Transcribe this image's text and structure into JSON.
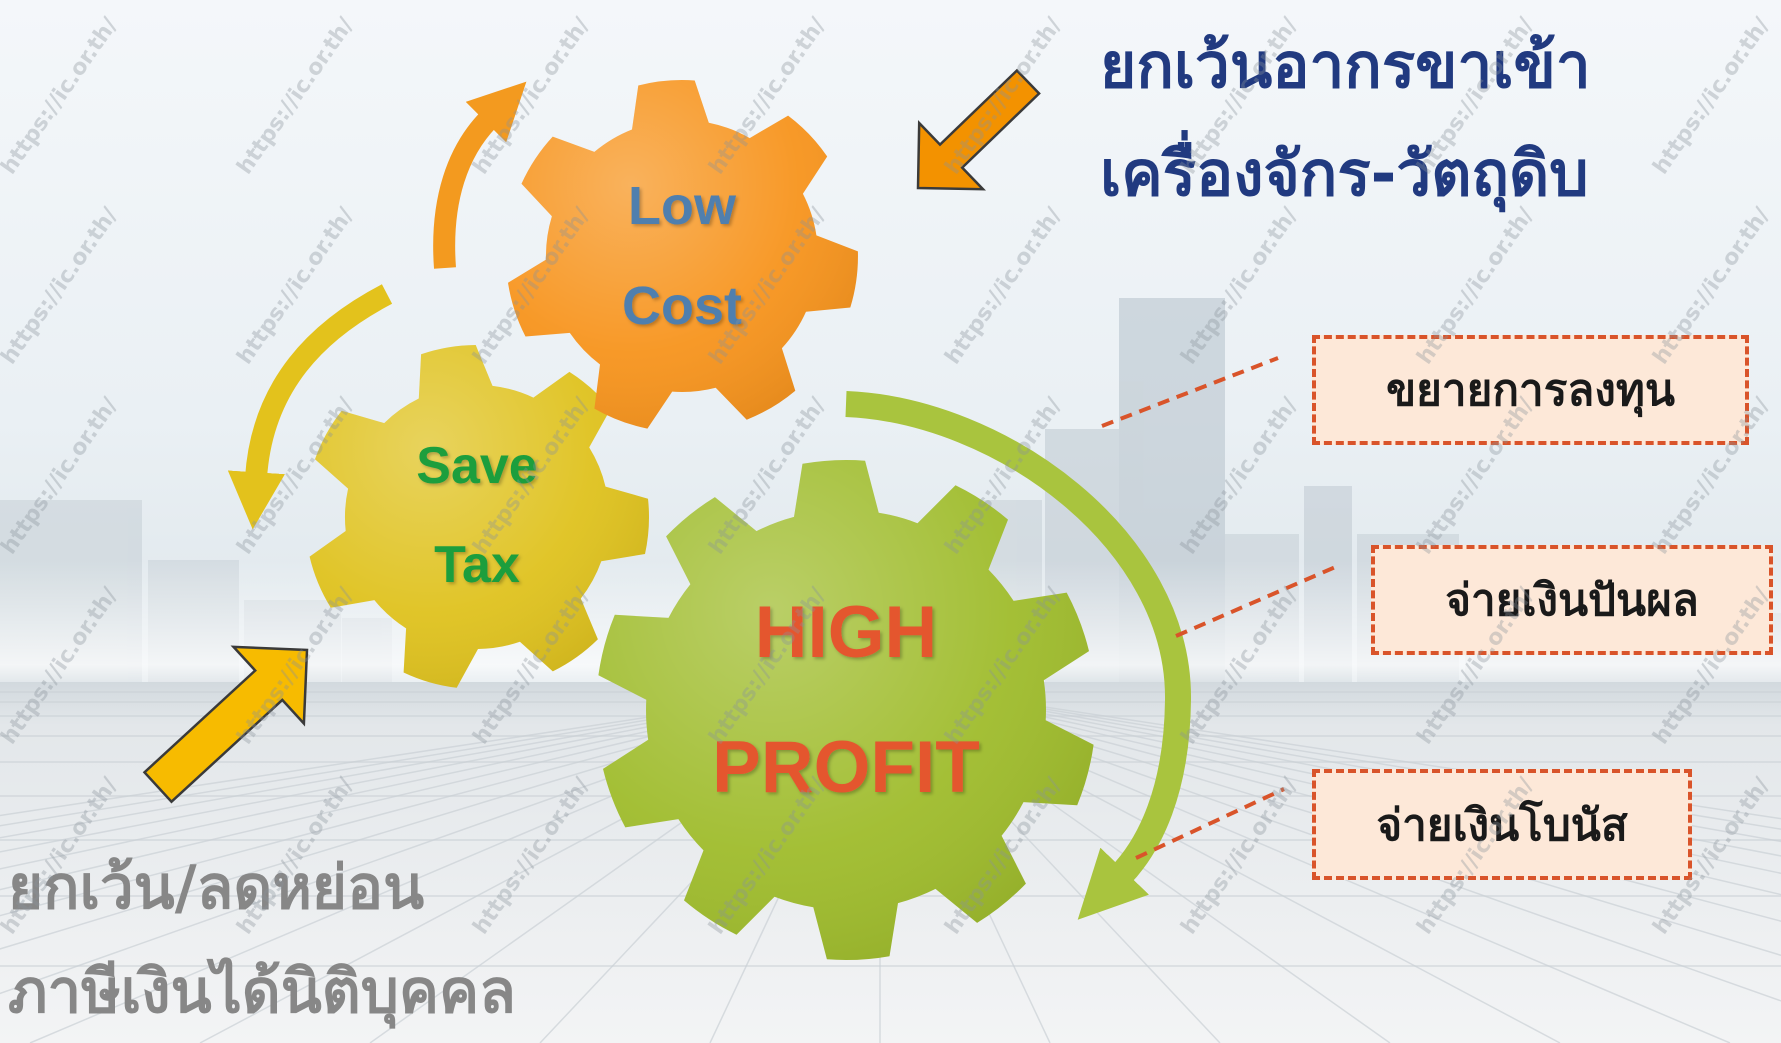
{
  "title": {
    "lines": [
      "ยกเว้นอากรขาเข้า",
      "เครื่องจักร-วัตถุดิบ"
    ],
    "color": "#213a80"
  },
  "footer": {
    "lines": [
      "ยกเว้น/ลดหย่อน",
      "ภาษีเงินได้นิติบุคคล"
    ],
    "color": "#878787"
  },
  "gears": {
    "low_cost": {
      "lines": [
        "Low",
        "Cost"
      ],
      "fill": "#f7941d",
      "label_color": "#4f7fae"
    },
    "save_tax": {
      "lines": [
        "Save",
        "Tax"
      ],
      "fill": "#dfc21e",
      "label_color": "#1f9e3e"
    },
    "high_profit": {
      "lines": [
        "HIGH",
        "PROFIT"
      ],
      "fill": "#9fbc2c",
      "label_color": "#e4572e"
    }
  },
  "outcomes": {
    "items": [
      "ขยายการลงทุน",
      "จ่ายเงินปันผล",
      "จ่ายเงินโบนัส"
    ],
    "border_color": "#d9542a",
    "fill": "#fde8d8",
    "text_color": "#1a1a1a"
  },
  "arrows": {
    "orange": "#f39a1f",
    "yellow": "#e3c21c",
    "green": "#a9c43e",
    "block_orange": "#f39200",
    "block_yellow": "#f7bb00",
    "outline": "#3a3a3a"
  },
  "watermark": {
    "text": "https://ic.or.th/",
    "color": "#8a939b"
  }
}
